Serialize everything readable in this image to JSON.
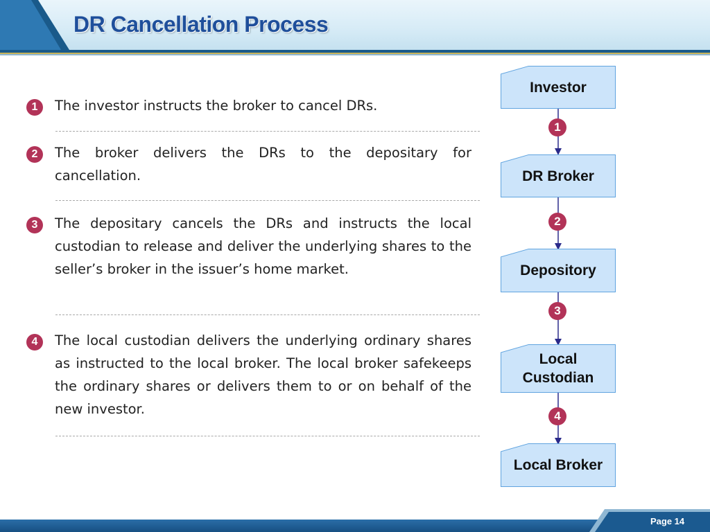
{
  "header": {
    "title": "DR Cancellation Process"
  },
  "steps": [
    {
      "number": "1",
      "text": "The investor instructs the broker to cancel DRs."
    },
    {
      "number": "2",
      "text": "The broker delivers the DRs to the depositary for cancellation."
    },
    {
      "number": "3",
      "text": "The depositary cancels the DRs and instructs the local custodian to release and deliver the underlying shares to the seller’s broker in the issuer’s home market."
    },
    {
      "number": "4",
      "text": "The local custodian delivers the underlying ordinary shares as instructed to the local broker. The local broker safekeeps the ordinary shares or delivers them to or on behalf of the new investor."
    }
  ],
  "flow": {
    "nodes": [
      {
        "label": "Investor"
      },
      {
        "label": "DR Broker"
      },
      {
        "label": "Depository"
      },
      {
        "label": "Local Custodian"
      },
      {
        "label": "Local Broker"
      }
    ],
    "edge_labels": [
      "1",
      "2",
      "3",
      "4"
    ]
  },
  "footer": {
    "page": "Page 14"
  },
  "colors": {
    "title": "#1f4f9b",
    "badge": "#b23358",
    "box_fill": "#cce4fa",
    "box_border": "#5fa3df",
    "arrow": "#2a2a8a",
    "footer_bar": "#1b5a90"
  }
}
